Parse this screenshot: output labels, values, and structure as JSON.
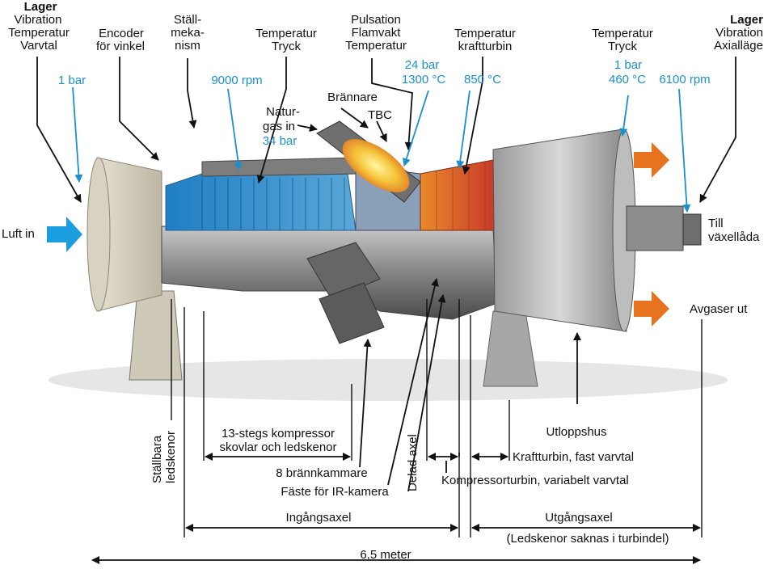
{
  "colors": {
    "accent_blue": "#1c8fcf",
    "arrow_orange": "#e8731e",
    "inlet_blue": "#1a9ee0",
    "line": "#111111"
  },
  "labels": {
    "lager_left_title": "Lager",
    "lager_left_l1": "Vibration",
    "lager_left_l2": "Temperatur",
    "lager_left_l3": "Varvtal",
    "encoder_l1": "Encoder",
    "encoder_l2": "för vinkel",
    "stall_l1": "Ställ-",
    "stall_l2": "meka-",
    "stall_l3": "nism",
    "temp_tryck1_l1": "Temperatur",
    "temp_tryck1_l2": "Tryck",
    "puls_l1": "Pulsation",
    "puls_l2": "Flamvakt",
    "puls_l3": "Temperatur",
    "temp_kraft_l1": "Temperatur",
    "temp_kraft_l2": "kraftturbin",
    "temp_tryck2_l1": "Temperatur",
    "temp_tryck2_l2": "Tryck",
    "lager_right_title": "Lager",
    "lager_right_l1": "Vibration",
    "lager_right_l2": "Axialläge",
    "val_1bar_left": "1 bar",
    "val_9000rpm": "9000 rpm",
    "val_24bar": "24 bar",
    "val_1300c": "1300 °C",
    "val_850c": "850 °C",
    "val_1bar_right": "1 bar",
    "val_460c": "460 °C",
    "val_6100rpm": "6100 rpm",
    "val_34bar": "34 bar",
    "natur_l1": "Natur-",
    "natur_l2": "gas in",
    "brannare": "Brännare",
    "tbc": "TBC",
    "luft_in": "Luft in",
    "till_l1": "Till",
    "till_l2": "växellåda",
    "avgaser": "Avgaser ut",
    "stallbara_l1": "Ställbara",
    "stallbara_l2": "ledskenor",
    "kompressor_l1": "13-stegs kompressor",
    "kompressor_l2": "skovlar och ledskenor",
    "brannkammare": "8 brännkammare",
    "faste": "Fäste för IR-kamera",
    "delad": "Delad axel",
    "utloppshus": "Utloppshus",
    "kraftturbin": "Kraftturbin, fast varvtal",
    "kompturbin": "Kompressorturbin, variabelt varvtal",
    "ingangsaxel": "Ingångsaxel",
    "utgangsaxel": "Utgångsaxel",
    "ledskenor_saknas": "(Ledskenor saknas i turbindel)",
    "langd": "6,5 meter"
  }
}
